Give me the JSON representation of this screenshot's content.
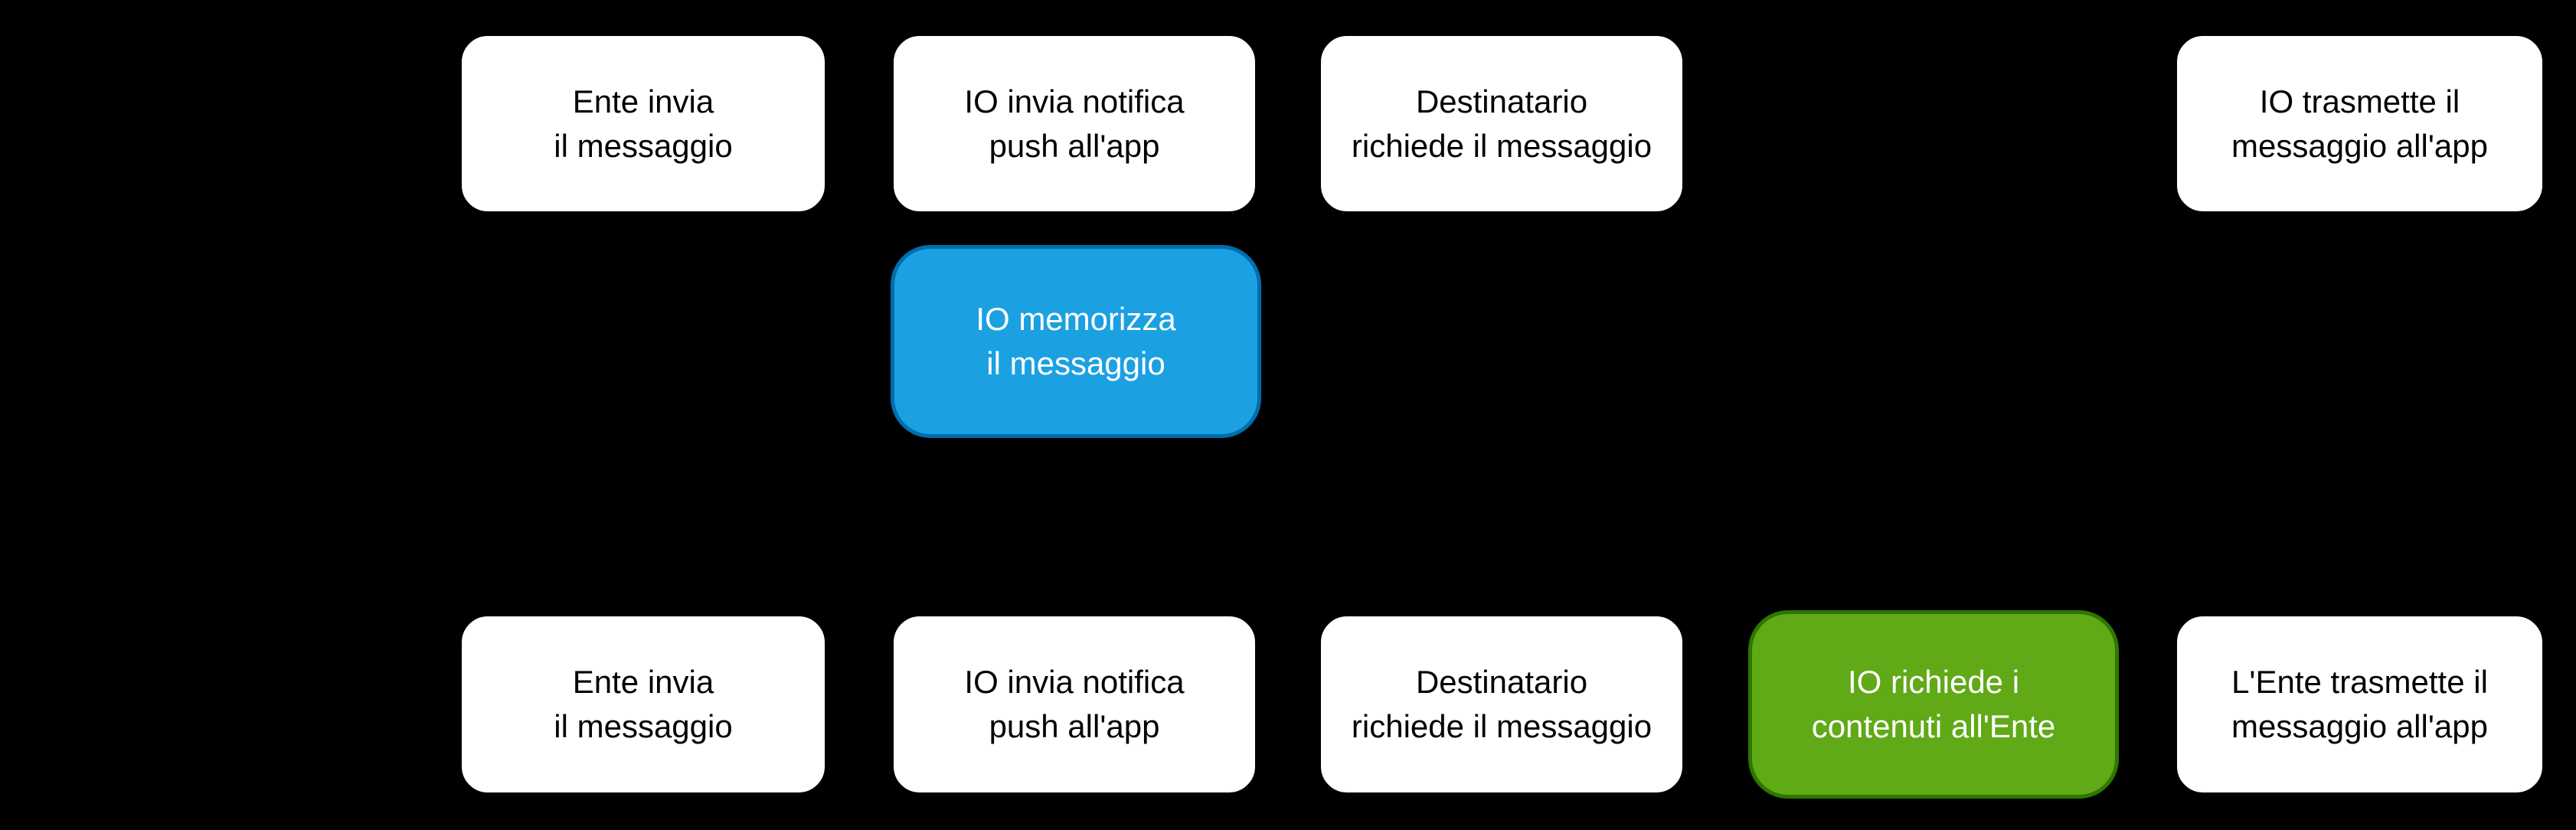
{
  "diagram": {
    "colors": {
      "background": "#000000",
      "node_fill": "#FFFFFF",
      "node_text": "#000000",
      "blue_fill": "#1BA1E2",
      "blue_border": "#006EAF",
      "green_fill": "#60A917",
      "green_border": "#2D7600",
      "accent_text": "#FFFFFF"
    },
    "nodes": [
      {
        "key": "top-ente-invia",
        "variant": "white",
        "line1": "Ente invia",
        "line2": "il messaggio"
      },
      {
        "key": "top-io-notifica",
        "variant": "white",
        "line1": "IO invia notifica",
        "line2": "push all'app"
      },
      {
        "key": "top-destinatario",
        "variant": "white",
        "line1": "Destinatario",
        "line2": "richiede il messaggio"
      },
      {
        "key": "top-io-trasmette",
        "variant": "white",
        "line1": "IO trasmette il",
        "line2": "messaggio all'app"
      },
      {
        "key": "io-memorizza",
        "variant": "blue",
        "line1": "IO memorizza",
        "line2": "il messaggio"
      },
      {
        "key": "bottom-ente-invia",
        "variant": "white",
        "line1": "Ente invia",
        "line2": "il messaggio"
      },
      {
        "key": "bottom-io-notifica",
        "variant": "white",
        "line1": "IO invia notifica",
        "line2": "push all'app"
      },
      {
        "key": "bottom-destinatario",
        "variant": "white",
        "line1": "Destinatario",
        "line2": "richiede il messaggio"
      },
      {
        "key": "io-richiede",
        "variant": "green",
        "line1": "IO richiede i",
        "line2": "contenuti all'Ente"
      },
      {
        "key": "ente-trasmette",
        "variant": "white",
        "line1": "L'Ente trasmette il",
        "line2": "messaggio all'app"
      }
    ]
  }
}
